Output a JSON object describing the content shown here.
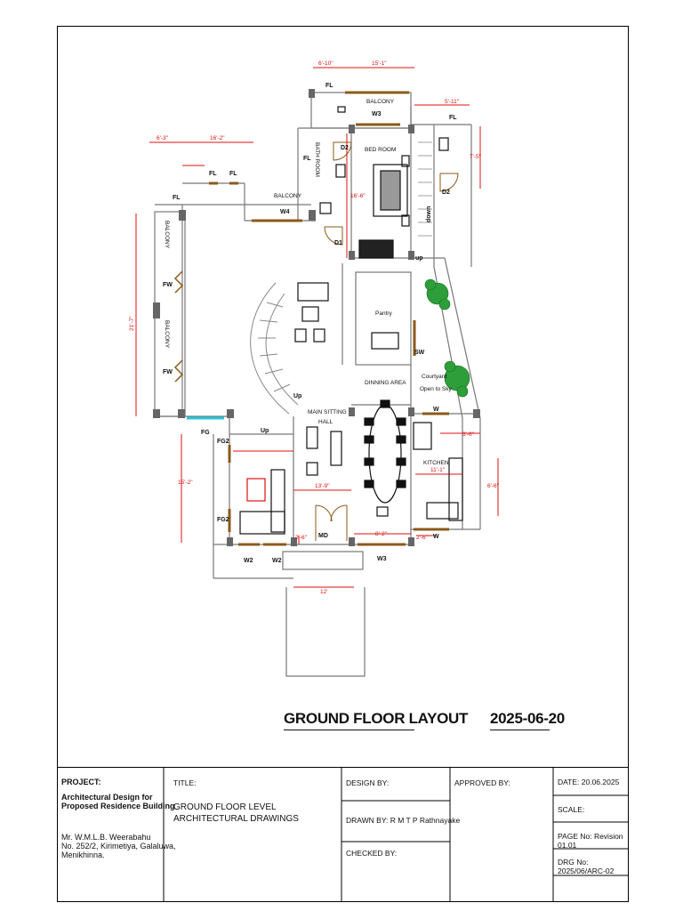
{
  "drawing": {
    "title_main": "GROUND FLOOR LAYOUT",
    "title_date": "2025-06-20",
    "rooms": {
      "balcony_top": "BALCONY",
      "balcony_mid": "BALCONY",
      "balcony_left_upper": "BALCONY",
      "balcony_left_lower": "BALCONY",
      "bath_room": "BATH ROOM",
      "bed_room": "BED ROOM",
      "pantry": "Pantry",
      "courtyard_line1": "Courtyard",
      "courtyard_line2": "Open to Sky",
      "dining_area": "DINNING AREA",
      "main_sitting_line1": "MAIN SITTING",
      "main_sitting_line2": "HALL",
      "kitchen": "KITCHEN",
      "down": "down"
    },
    "tags": {
      "fl": "FL",
      "fw": "FW",
      "fg": "FG",
      "fg2": "FG2",
      "w": "W",
      "w2": "W2",
      "w3": "W3",
      "w4": "W4",
      "d1": "D1",
      "d2": "D2",
      "md": "MD",
      "sw": "SW",
      "up": "Up",
      "up_lower": "up"
    },
    "dims": {
      "top_a": "6'-10\"",
      "top_b": "15'-1\"",
      "top_c": "5'-11\"",
      "left_a": "6'-3\"",
      "left_b": "16'-2\"",
      "left_vert": "21'-7\"",
      "bed_w": "16'-6\"",
      "right_a": "7'-5\"",
      "sit_w": "13'-9\"",
      "kitchen_w": "11'-1\"",
      "kitchen_h": "6'-6\"",
      "lower_left": "15'-2\"",
      "md_w": "2'-6\"",
      "w3_w": "8'-2\"",
      "w_s": "2'-6\"",
      "entrance": "12'",
      "k_small": "3'-6\""
    }
  },
  "title_block": {
    "project_label": "PROJECT:",
    "project_line1": "Architectural Design for",
    "project_line2": "Proposed Residence Building",
    "client_line1": "Mr. W.M.L.B. Weerabahu",
    "client_line2": "No. 252/2, Kirimetiya, Galaluwa,",
    "client_line3": "Menikhinna.",
    "title_label": "TITLE:",
    "title_line1": "GROUND FLOOR LEVEL",
    "title_line2": "ARCHITECTURAL DRAWINGS",
    "design_by": "DESIGN BY:",
    "drawn_by": "DRAWN BY:  R M T P Rathnayake",
    "checked_by": "CHECKED BY:",
    "approved_by": "APPROVED BY:",
    "date": "DATE: 20.06.2025",
    "scale": "SCALE:",
    "page_no": "PAGE No: Revision 01.01",
    "drg_no": "DRG No: 2025/06/ARC-02"
  }
}
